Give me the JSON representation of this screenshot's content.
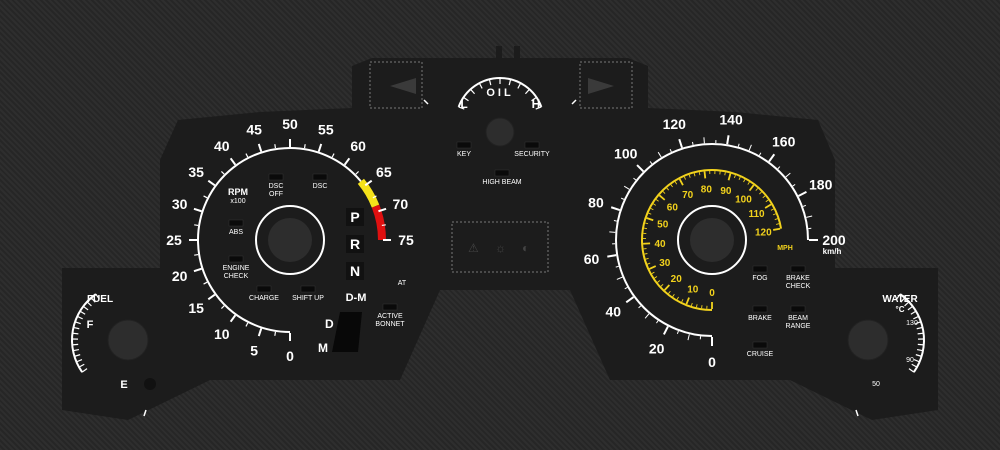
{
  "colors": {
    "panel": "#1c1c1c",
    "white": "#ffffff",
    "yellow_scale": "#f2d21c",
    "rpm_caution": "#f5e21a",
    "rpm_redline": "#e01010"
  },
  "tachometer": {
    "unit_label": "RPM",
    "unit_sub": "x100",
    "scale_labels": [
      "0",
      "5",
      "10",
      "15",
      "20",
      "25",
      "30",
      "35",
      "40",
      "45",
      "50",
      "55",
      "60",
      "65",
      "70",
      "75"
    ]
  },
  "speedometer": {
    "outer_unit": "km/h",
    "outer_labels": [
      "0",
      "20",
      "40",
      "60",
      "80",
      "100",
      "120",
      "140",
      "160",
      "180",
      "200"
    ],
    "inner_unit": "MPH",
    "inner_labels": [
      "0",
      "10",
      "20",
      "30",
      "40",
      "50",
      "60",
      "70",
      "80",
      "90",
      "100",
      "110",
      "120"
    ]
  },
  "oil_gauge": {
    "title": "OIL",
    "low": "L",
    "high": "H"
  },
  "fuel_gauge": {
    "title": "FUEL",
    "full": "F",
    "empty": "E"
  },
  "water_gauge": {
    "title": "WATER",
    "unit": "°C",
    "labels": [
      "50",
      "90",
      "130"
    ]
  },
  "gear_selector": {
    "gears": [
      "P",
      "R",
      "N"
    ],
    "dm_label": "D-M",
    "at_label": "AT"
  },
  "indicators": {
    "dsc_off": "DSC\nOFF",
    "dsc": "DSC",
    "abs": "ABS",
    "engine_check": "ENGINE\nCHECK",
    "charge": "CHARGE",
    "shift_up": "SHIFT UP",
    "active_bonnet": "ACTIVE\nBONNET",
    "key": "KEY",
    "security": "SECURITY",
    "high_beam": "HIGH BEAM",
    "fog": "FOG",
    "brake_check": "BRAKE\nCHECK",
    "brake": "BRAKE",
    "beam_range": "BEAM\nRANGE",
    "cruise": "CRUISE"
  }
}
